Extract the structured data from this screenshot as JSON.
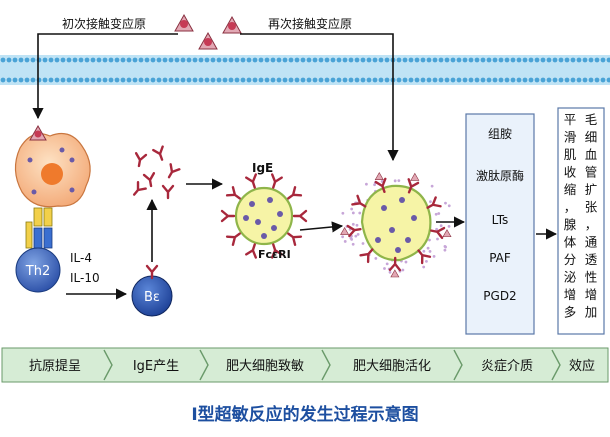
{
  "labels": {
    "first_contact": "初次接触变应原",
    "second_contact": "再次接触变应原",
    "th2": "Th2",
    "il4": "IL-4",
    "il10": "IL-10",
    "b_cell": "Bε",
    "ige": "IgE",
    "fc_receptor": "FcεRⅠ"
  },
  "mediators": [
    "组胺",
    "激肽原酶",
    "LTs",
    "PAF",
    "PGD2"
  ],
  "effects": {
    "col_a": [
      "平",
      "滑",
      "肌",
      "收",
      "缩",
      "，",
      "腺",
      "体",
      "分",
      "泌",
      "增",
      "多"
    ],
    "col_b": [
      "毛",
      "细",
      "血",
      "管",
      "扩",
      "张",
      "，",
      "通",
      "透",
      "性",
      "增",
      "加"
    ]
  },
  "stages": [
    "抗原提呈",
    "IgE产生",
    "肥大细胞致敏",
    "肥大细胞活化",
    "炎症介质",
    "效应"
  ],
  "title": "Ⅰ型超敏反应的发生过程示意图",
  "colors": {
    "membrane": "#6db9e3",
    "stage_bar": "#d6ecd5",
    "title": "#1d4fa0",
    "mast_cell": "#f6f4a6",
    "b_cell": "#1c3f95",
    "mediator_box": "#eaf2fb"
  }
}
